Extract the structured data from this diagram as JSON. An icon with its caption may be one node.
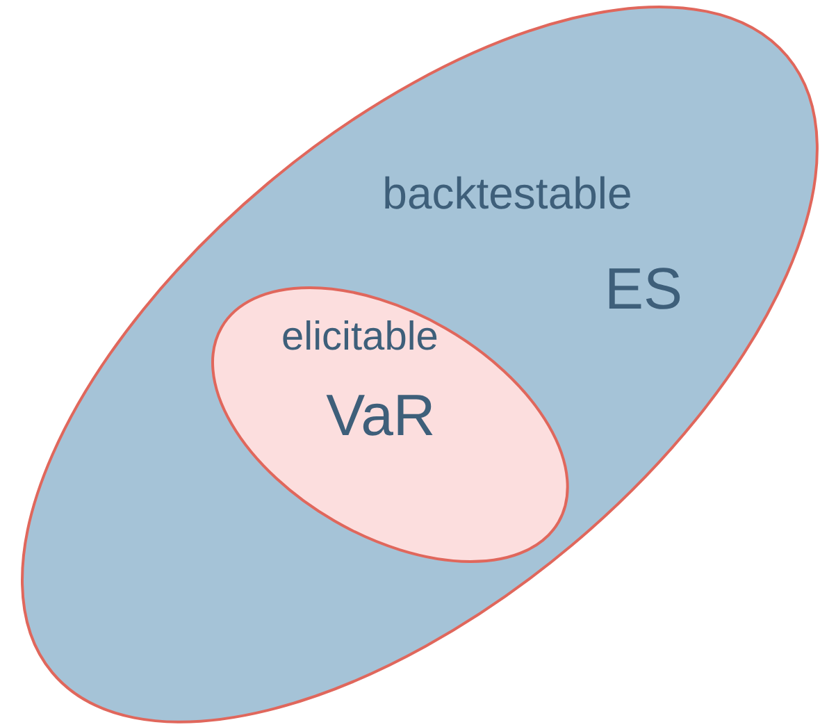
{
  "diagram": {
    "nodes": [
      {
        "text": [
          "backtestable",
          "ES"
        ]
      },
      {
        "text": [
          "elicitable",
          "VaR"
        ],
        "in": 0
      }
    ]
  }
}
